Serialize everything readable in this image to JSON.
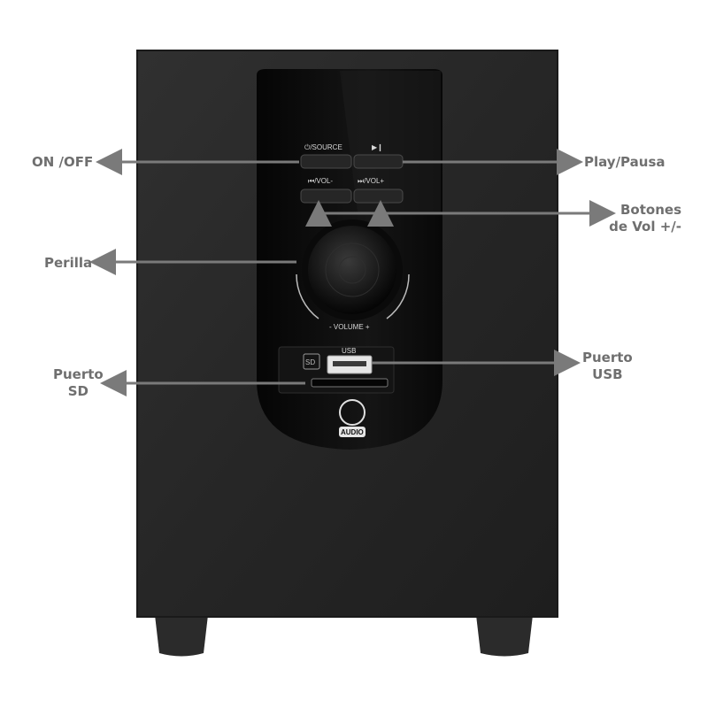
{
  "callouts": {
    "on_off": "ON /OFF",
    "play_pause": "Play/Pausa",
    "vol_buttons_line1": "Botones",
    "vol_buttons_line2": "de Vol +/-",
    "knob": "Perilla",
    "sd_line1": "Puerto",
    "sd_line2": "SD",
    "usb_line1": "Puerto",
    "usb_line2": "USB"
  },
  "panel": {
    "source_label": "⏻/SOURCE",
    "play_label": "▶❙",
    "vol_minus_label": "⏮/VOL-",
    "vol_plus_label": "⏭/VOL+",
    "volume_label": "- VOLUME +",
    "usb_label": "USB",
    "sd_label": "SD",
    "logo_text": "AUDIO"
  },
  "colors": {
    "callout_text": "#6f6f6f",
    "arrow": "#7a7a7a",
    "cabinet": "#2a2a2a",
    "panel": "#0c0c0c"
  }
}
